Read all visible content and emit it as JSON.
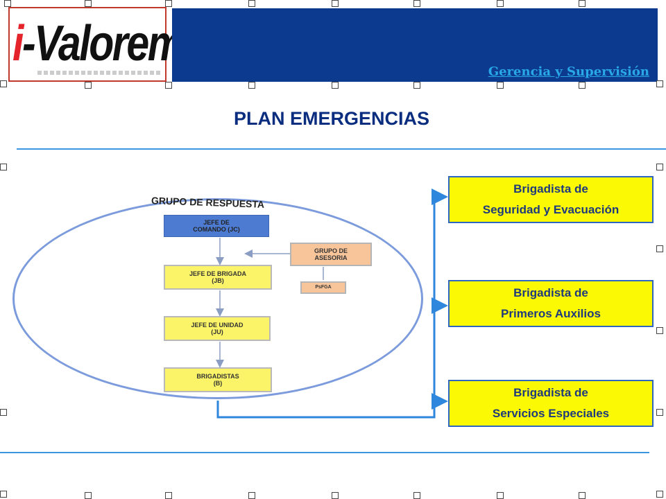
{
  "header": {
    "logo": "i-Valorem",
    "link": "Gerencia y Supervisión"
  },
  "slide": {
    "title": "PLAN EMERGENCIAS"
  },
  "org_chart": {
    "group_title": "GRUPO DE RESPUESTA",
    "boxes": {
      "jefe_comando": "JEFE DE\nCOMANDO (JC)",
      "grupo_asesoria": "GRUPO DE\nASESORIA",
      "psfga": "PsFGA",
      "jefe_brigada": "JEFE DE BRIGADA\n(JB)",
      "jefe_unidad": "JEFE DE UNIDAD\n(JU)",
      "brigadistas": "BRIGADISTAS\n(B)"
    }
  },
  "brigades": [
    {
      "line1": "Brigadista de",
      "line2": "Seguridad y Evacuación"
    },
    {
      "line1": "Brigadista de",
      "line2": "Primeros Auxilios"
    },
    {
      "line1": "Brigadista de",
      "line2": "Servicios Especiales"
    }
  ],
  "colors": {
    "header_band": "#0c3a8f",
    "link": "#29a8e8",
    "title": "#0a2d7f",
    "brigade_fill": "#fbf904",
    "connector": "#2f86dd"
  }
}
